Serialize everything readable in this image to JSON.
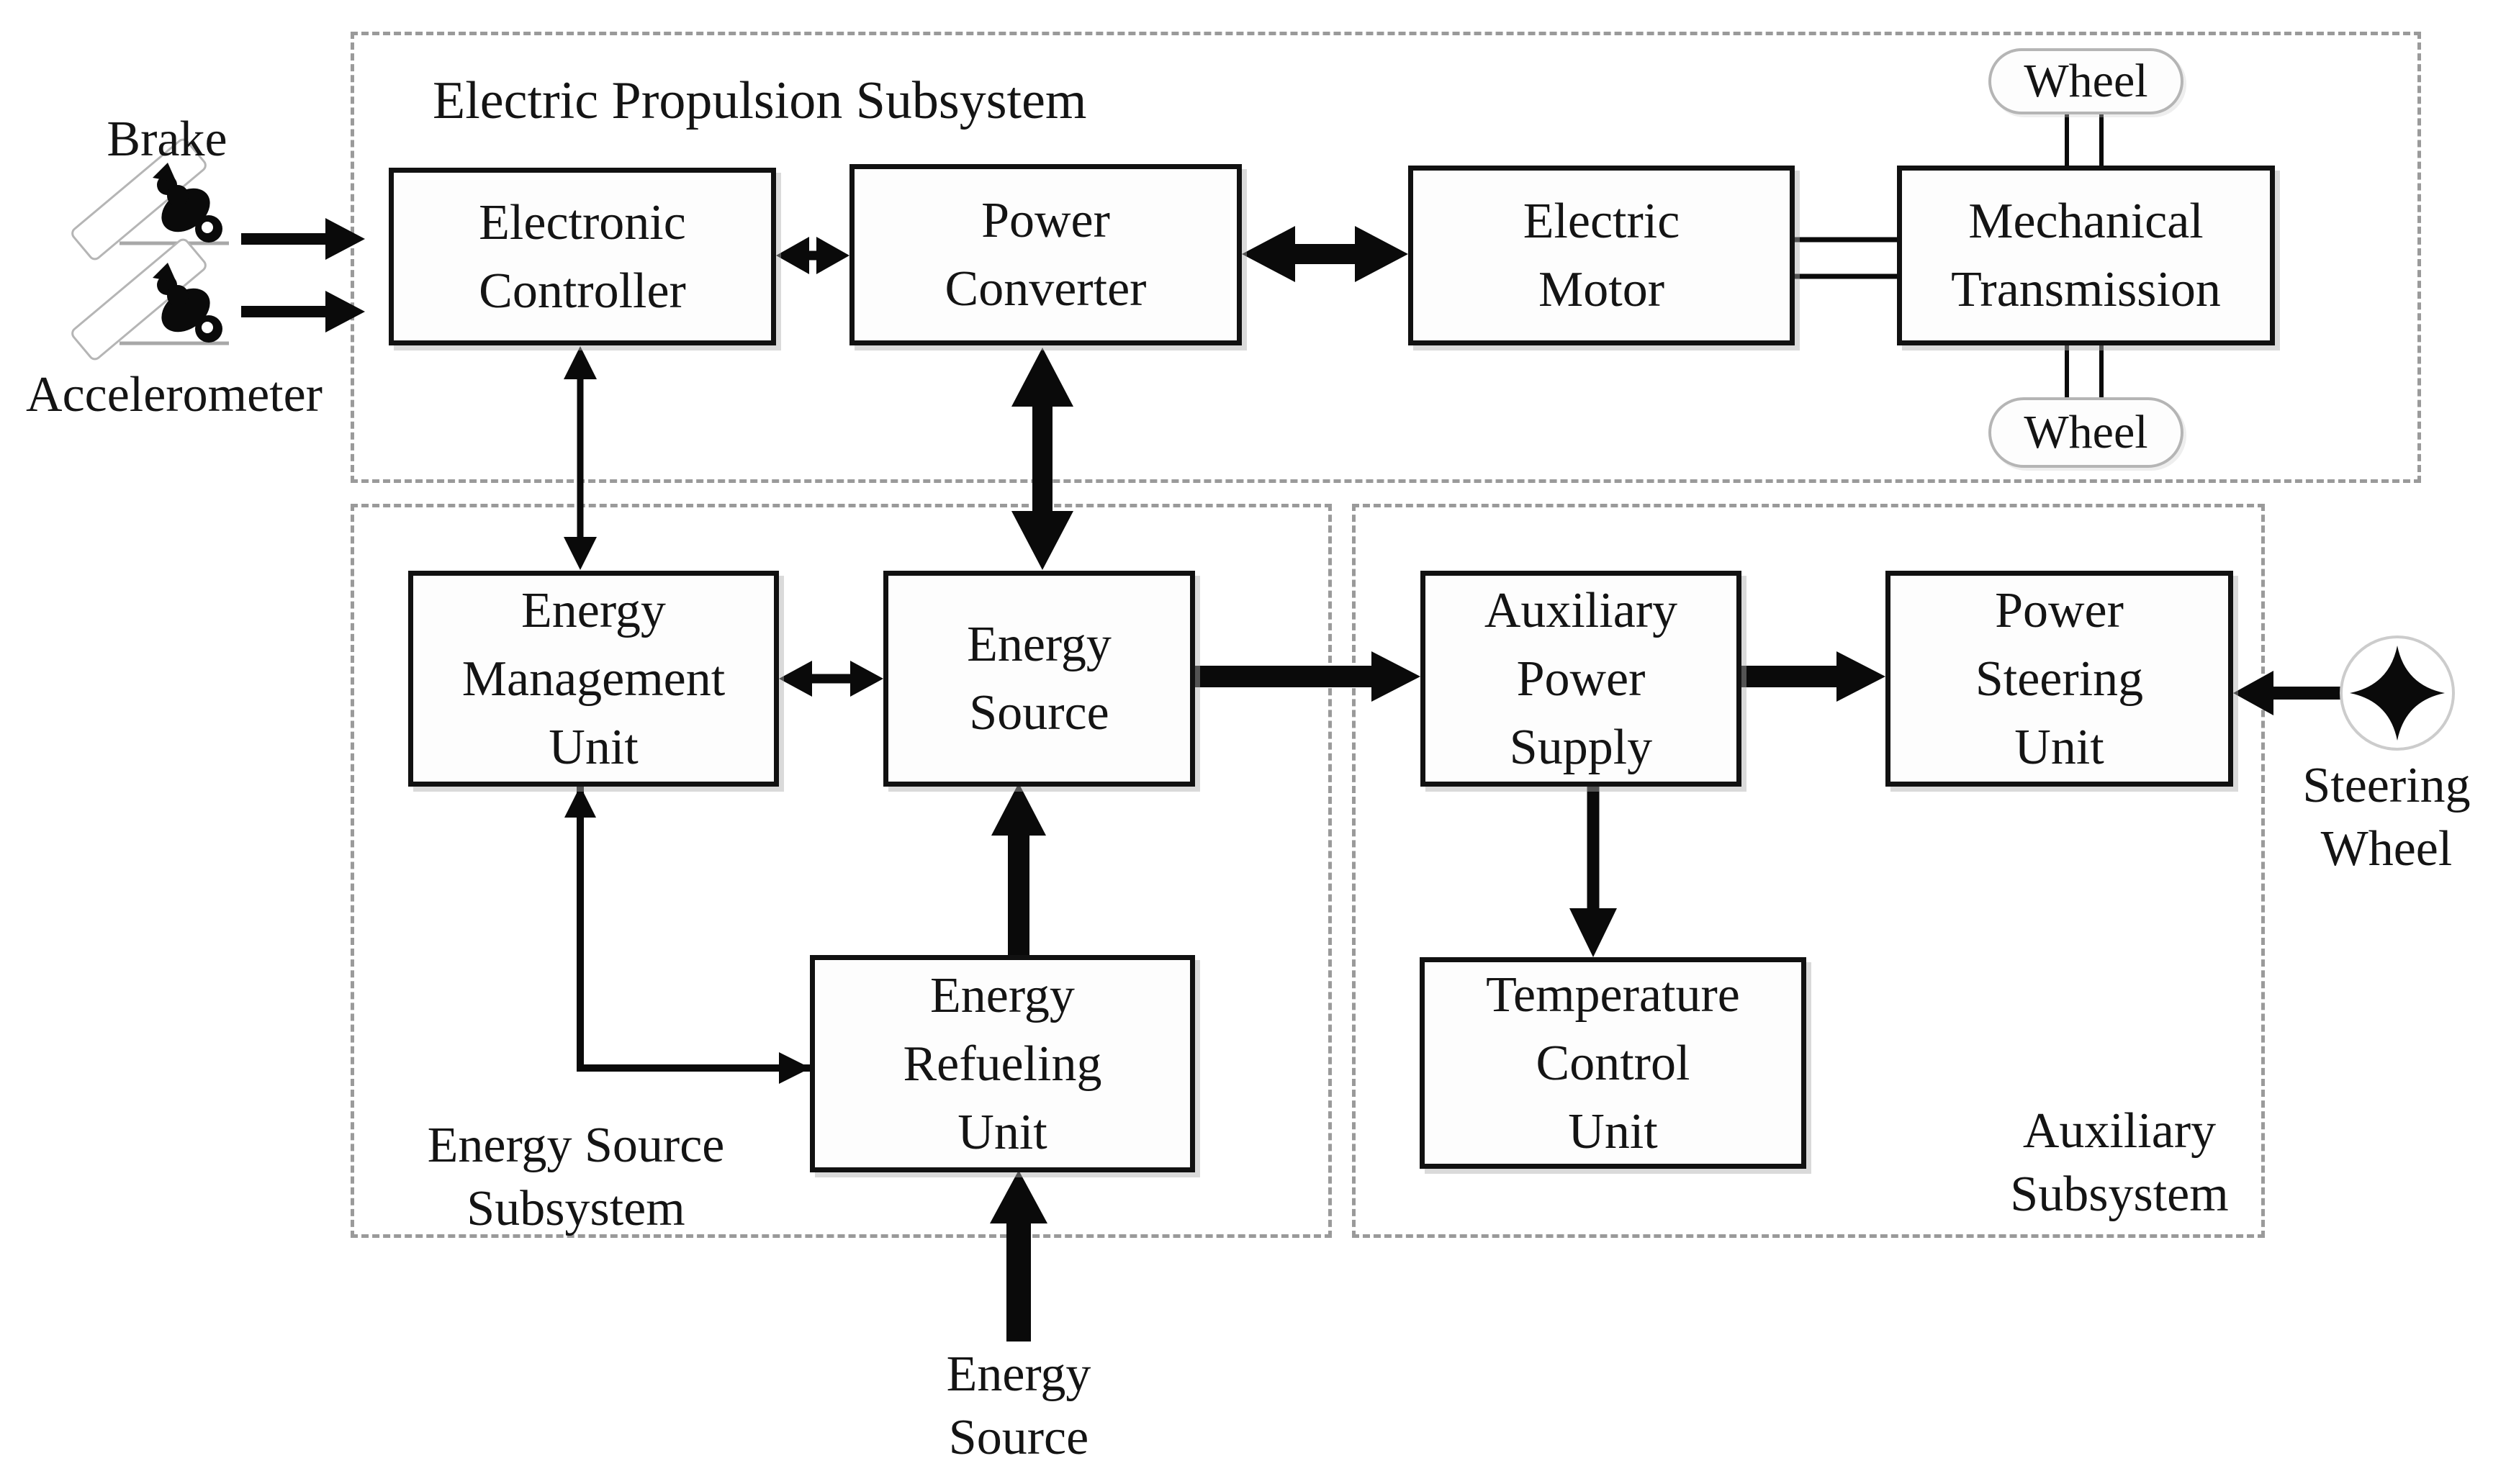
{
  "subsystems": {
    "propulsion": {
      "label": "Electric Propulsion Subsystem"
    },
    "energy_source": {
      "label": "Energy Source\nSubsystem"
    },
    "auxiliary": {
      "label": "Auxiliary\nSubsystem"
    }
  },
  "blocks": {
    "electronic_controller": {
      "label": "Electronic\nController"
    },
    "power_converter": {
      "label": "Power\nConverter"
    },
    "electric_motor": {
      "label": "Electric\nMotor"
    },
    "mechanical_transmission": {
      "label": "Mechanical\nTransmission"
    },
    "wheel_top": {
      "label": "Wheel"
    },
    "wheel_bottom": {
      "label": "Wheel"
    },
    "energy_management_unit": {
      "label": "Energy\nManagement\nUnit"
    },
    "energy_source": {
      "label": "Energy\nSource"
    },
    "energy_refueling_unit": {
      "label": "Energy\nRefueling\nUnit"
    },
    "auxiliary_power_supply": {
      "label": "Auxiliary\nPower\nSupply"
    },
    "power_steering_unit": {
      "label": "Power\nSteering\nUnit"
    },
    "temperature_control_unit": {
      "label": "Temperature\nControl\nUnit"
    }
  },
  "externals": {
    "brake": {
      "label": "Brake"
    },
    "accelerometer": {
      "label": "Accelerometer"
    },
    "steering_wheel": {
      "label": "Steering\nWheel"
    },
    "energy_source_supply": {
      "label": "Energy\nSource"
    }
  },
  "icons": {
    "brake_pedal": "pedal-with-foot-icon",
    "accelerator_pedal": "pedal-with-foot-icon",
    "steering_wheel": "four-point-star-in-circle-icon"
  },
  "colors": {
    "background": "#ffffff",
    "line": "#0a0a0a",
    "box_border": "#111111",
    "dashed_border": "#9a9a9a",
    "light_outline": "#b5b5b5",
    "text": "#141414"
  },
  "connections": [
    {
      "from": "Brake",
      "to": "Electric Propulsion Subsystem",
      "style": "thick",
      "dir": "one-way"
    },
    {
      "from": "Accelerometer",
      "to": "Electric Propulsion Subsystem",
      "style": "thick",
      "dir": "one-way"
    },
    {
      "from": "Electronic Controller",
      "to": "Power Converter",
      "style": "thin",
      "dir": "two-way"
    },
    {
      "from": "Power Converter",
      "to": "Electric Motor",
      "style": "thick",
      "dir": "two-way"
    },
    {
      "from": "Electric Motor",
      "to": "Mechanical Transmission",
      "style": "mechanical-link",
      "dir": "none"
    },
    {
      "from": "Mechanical Transmission",
      "to": "Wheel (top)",
      "style": "mechanical-link",
      "dir": "none"
    },
    {
      "from": "Mechanical Transmission",
      "to": "Wheel (bottom)",
      "style": "mechanical-link",
      "dir": "none"
    },
    {
      "from": "Electronic Controller",
      "to": "Energy Management Unit",
      "style": "thin",
      "dir": "two-way"
    },
    {
      "from": "Power Converter",
      "to": "Energy Source",
      "style": "thick",
      "dir": "two-way"
    },
    {
      "from": "Energy Management Unit",
      "to": "Energy Source",
      "style": "thin",
      "dir": "two-way"
    },
    {
      "from": "Energy Management Unit",
      "to": "Energy Refueling Unit",
      "style": "thin",
      "dir": "two-way"
    },
    {
      "from": "Energy Refueling Unit",
      "to": "Energy Source",
      "style": "thick",
      "dir": "one-way"
    },
    {
      "from": "Energy Source (supply)",
      "to": "Energy Refueling Unit",
      "style": "thick",
      "dir": "one-way"
    },
    {
      "from": "Energy Source",
      "to": "Auxiliary Power Supply",
      "style": "thick",
      "dir": "one-way"
    },
    {
      "from": "Auxiliary Power Supply",
      "to": "Power Steering Unit",
      "style": "thick",
      "dir": "one-way"
    },
    {
      "from": "Auxiliary Power Supply",
      "to": "Temperature Control Unit",
      "style": "thick",
      "dir": "one-way"
    },
    {
      "from": "Steering Wheel",
      "to": "Power Steering Unit",
      "style": "thick",
      "dir": "one-way"
    }
  ]
}
